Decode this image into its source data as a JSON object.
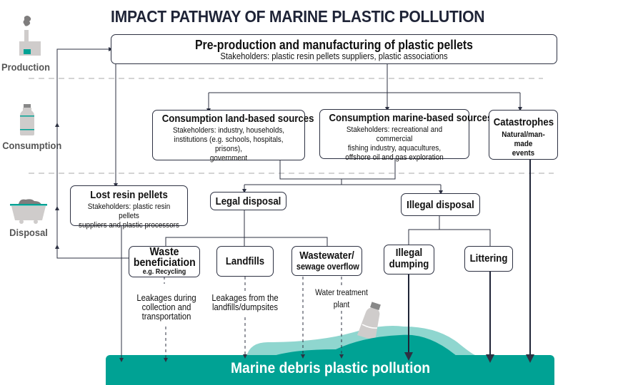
{
  "title": "IMPACT PATHWAY OF MARINE PLASTIC POLLUTION",
  "stages": [
    {
      "label": "Production",
      "icon": "factory-icon"
    },
    {
      "label": "Consumption",
      "icon": "bottle-icon"
    },
    {
      "label": "Disposal",
      "icon": "waste-cart-icon"
    }
  ],
  "boxes": {
    "preproduction": {
      "heading": "Pre-production and manufacturing of plastic pellets",
      "sub": "Stakeholders: plastic resin pellets suppliers, plastic associations"
    },
    "land": {
      "heading": "Consumption land-based sources",
      "sub1": "Stakeholders: industry, households,",
      "sub2": "institutions (e.g. schools, hospitals, prisons),",
      "sub3": "government"
    },
    "marine": {
      "heading": "Consumption marine-based sources",
      "sub1": "Stakeholders: recreational and commercial",
      "sub2": "fishing industry, aquacultures,",
      "sub3": "offshore oil and gas exploration"
    },
    "catastrophes": {
      "heading": "Catastrophes",
      "sub1": "Natural/man-made",
      "sub2": "events"
    },
    "lost_pellets": {
      "heading": "Lost resin pellets",
      "sub1": "Stakeholders: plastic resin pellets",
      "sub2": "suppliers and plastic processors"
    },
    "legal": {
      "heading": "Legal disposal"
    },
    "illegal": {
      "heading": "Illegal disposal"
    },
    "waste_benef": {
      "heading1": "Waste",
      "heading2": "beneficiation",
      "sub": "e.g. Recycling"
    },
    "landfills": {
      "heading": "Landfills"
    },
    "wastewater": {
      "heading1": "Wastewater/",
      "heading2": "sewage overflow"
    },
    "illegal_dumping": {
      "heading1": "Illegal",
      "heading2": "dumping"
    },
    "littering": {
      "heading": "Littering"
    }
  },
  "notes": {
    "leak_collection": [
      "Leakages during",
      "collection and",
      "transportation"
    ],
    "leak_landfills": [
      "Leakages from the",
      "landfills/dumpsites"
    ],
    "water_treatment": [
      "Water treatment",
      "plant"
    ]
  },
  "sea": {
    "label": "Marine debris plastic pollution"
  },
  "colors": {
    "teal": "#00a294",
    "light_teal": "#8fd6cf",
    "line": "#2d3142",
    "icon_gray": "#cfcccb",
    "dash": "#aaaaaa"
  }
}
